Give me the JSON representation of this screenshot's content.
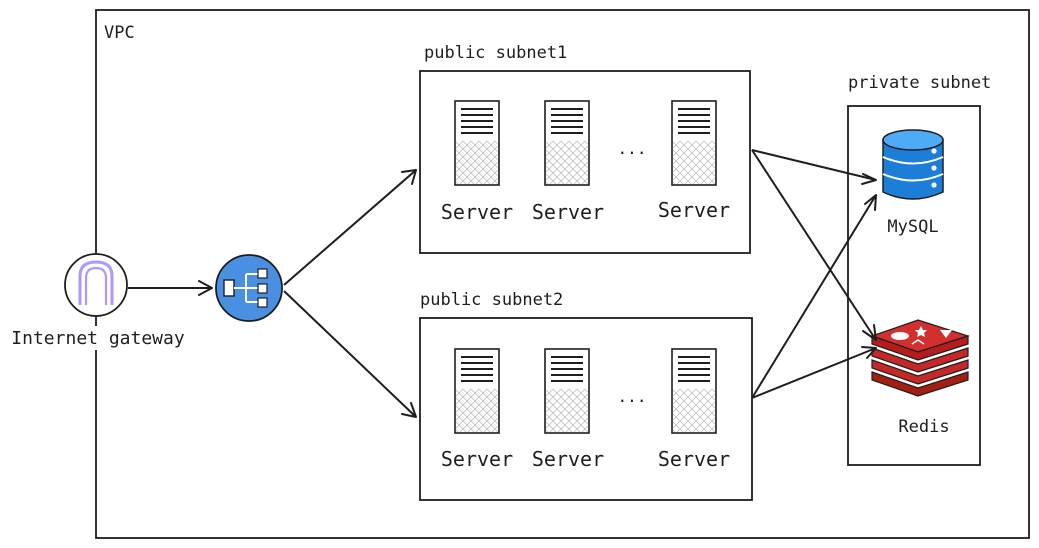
{
  "vpc": {
    "label": "VPC"
  },
  "gateway": {
    "label": "Internet gateway",
    "icon": "internet-gateway-icon",
    "color": "#b197fc"
  },
  "load_balancer": {
    "icon": "load-balancer-icon",
    "color": "#4a90e2"
  },
  "public_subnets": [
    {
      "label": "public subnet1",
      "servers": [
        "Server",
        "Server",
        "Server"
      ],
      "ellipsis": "..."
    },
    {
      "label": "public subnet2",
      "servers": [
        "Server",
        "Server",
        "Server"
      ],
      "ellipsis": "..."
    }
  ],
  "private_subnet": {
    "label": "private subnet",
    "databases": [
      {
        "label": "MySQL",
        "icon": "mysql-database-icon",
        "color": "#1c7ed6"
      },
      {
        "label": "Redis",
        "icon": "redis-icon",
        "color": "#d32f2f"
      }
    ]
  }
}
